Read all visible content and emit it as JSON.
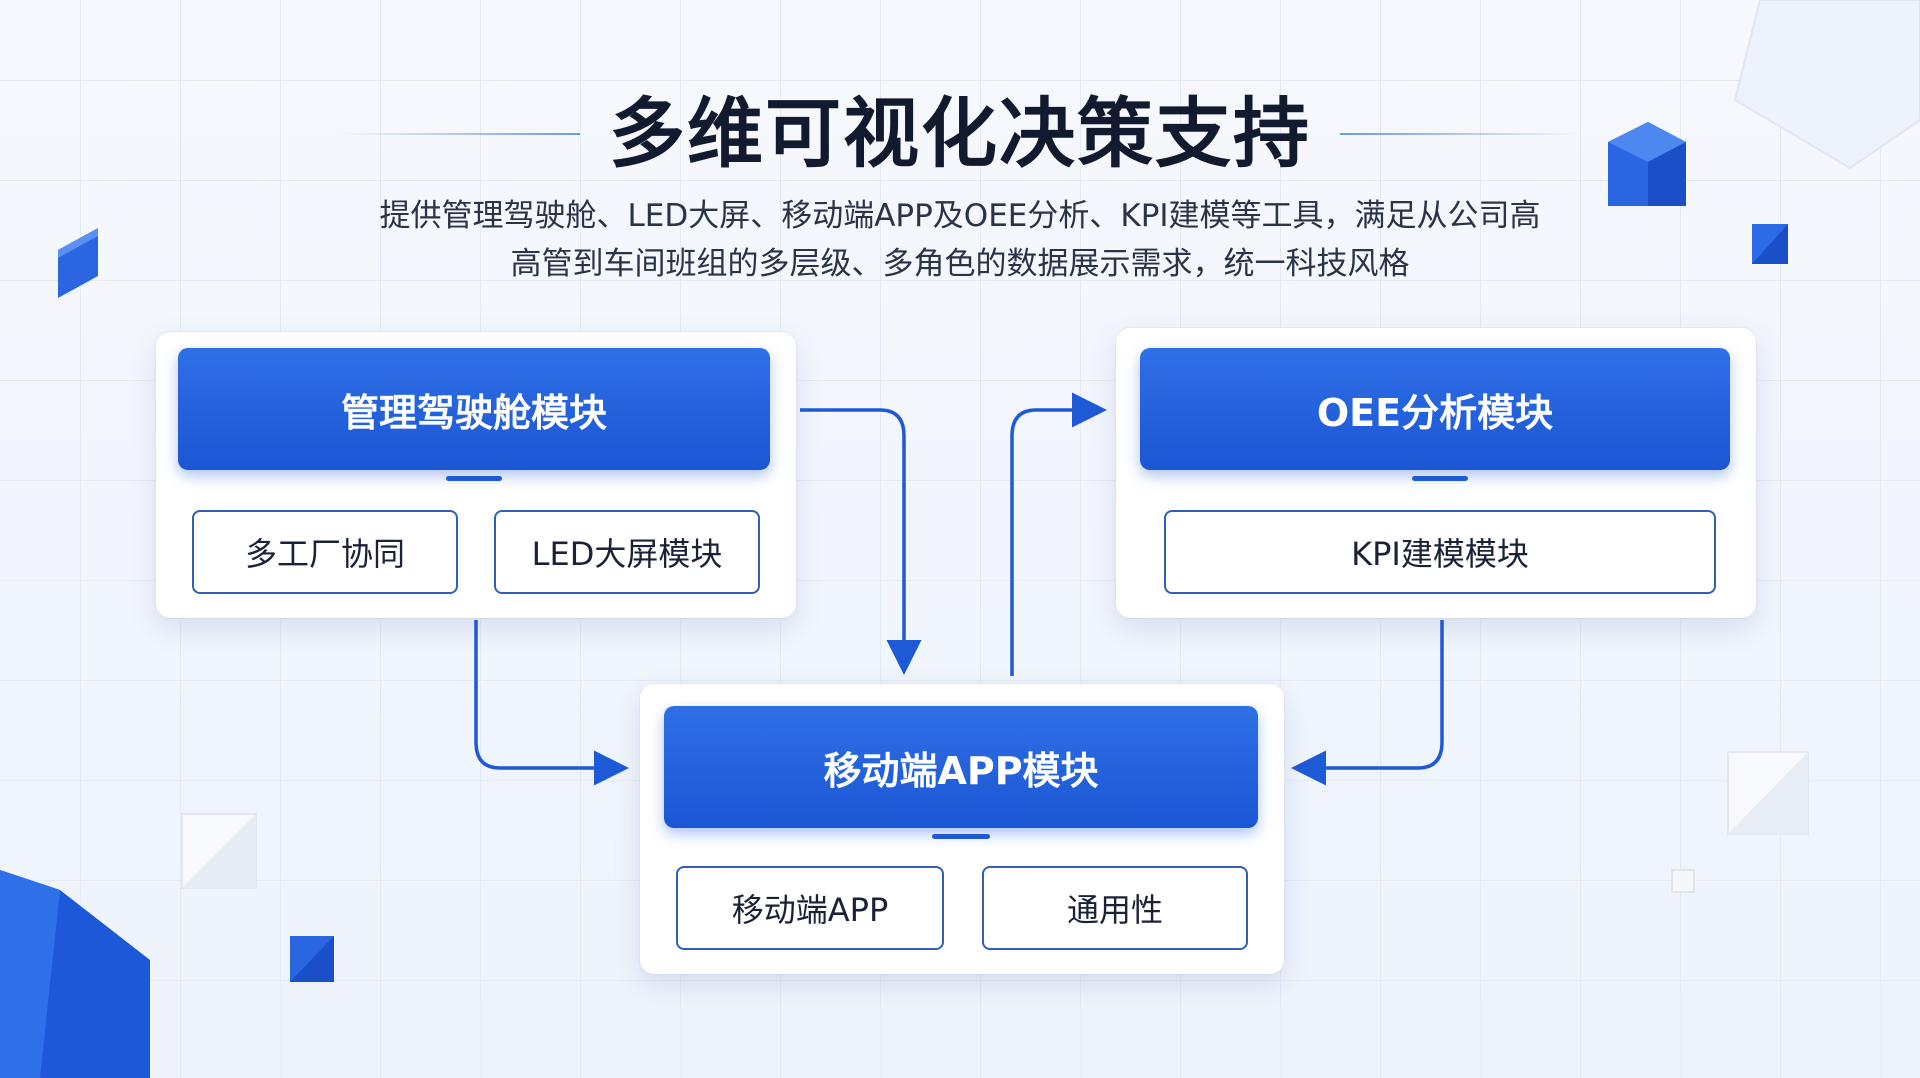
{
  "title": "多维可视化决策支持",
  "subtitle_lines": [
    "提供管理驾驶舱、LED大屏、移动端APP及OEE分析、KPI建模等工具，满足从公司高",
    "高管到车间班组的多层级、多角色的数据展示需求，统一科技风格"
  ],
  "modules": {
    "cockpit": {
      "title": "管理驾驶舱模块",
      "items": [
        "多工厂协同",
        "LED大屏模块"
      ]
    },
    "oee": {
      "title": "OEE分析模块",
      "items": [
        "KPI建模模块"
      ]
    },
    "mobile": {
      "title": "移动端APP模块",
      "items": [
        "移动端APP",
        "通用性"
      ]
    }
  },
  "colors": {
    "accent": "#1f5ad6",
    "title": "#111a2e",
    "text": "#1a2238"
  }
}
